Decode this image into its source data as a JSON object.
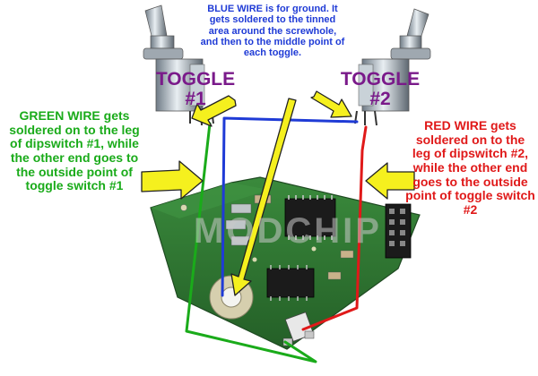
{
  "notes": {
    "blue_title": "BLUE WIRE",
    "blue_text": " is for ground. It gets soldered to the tinned area around the screwhole, and then to the middle point of each toggle.",
    "green_text": "GREEN WIRE gets soldered on to the leg of dipswitch #1, while the other end goes to the outside point of toggle switch #1",
    "red_text": "RED WIRE gets soldered on to the leg of dipswitch #2, while the other end goes to the outside point of toggle switch #2"
  },
  "toggles": {
    "t1_label": "TOGGLE",
    "t1_num": "#1",
    "t2_label": "TOGGLE",
    "t2_num": "#2"
  },
  "watermark": "MODCHIP",
  "colors": {
    "blue_wire": "#1f3bd6",
    "green_wire": "#1aab1a",
    "red_wire": "#e01919",
    "arrow_fill": "#f5f01e",
    "toggle_label": "#7a1a8a",
    "pcb": "#2f7a32"
  }
}
